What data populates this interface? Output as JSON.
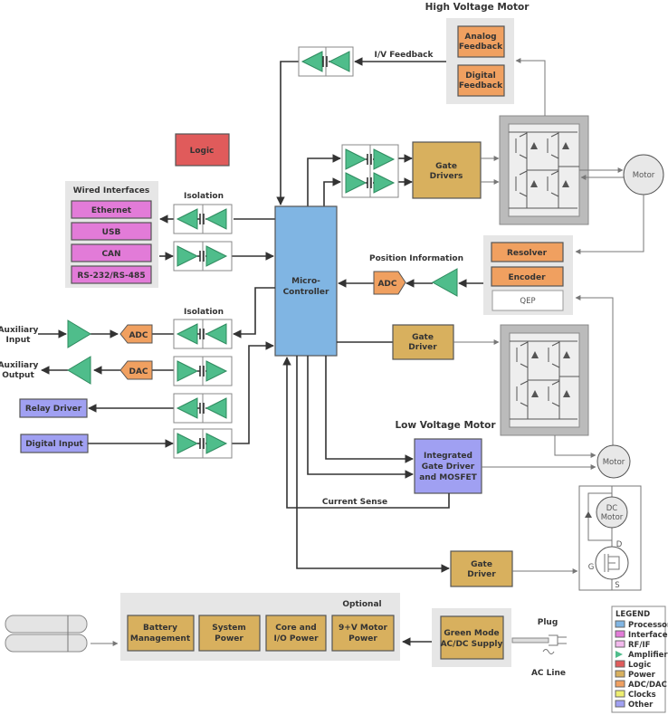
{
  "colors": {
    "processor": "#80b5e3",
    "interface": "#e27bd8",
    "rfif": "#f2b8ec",
    "amplifier": "#4fbd8b",
    "logic": "#e05b5b",
    "power": "#d8b05e",
    "adcdac": "#f0a060",
    "clocks": "#eeee70",
    "other": "#a0a0f2"
  },
  "hv": {
    "title": "High Voltage Motor",
    "analog": [
      "Analog",
      "Feedback"
    ],
    "digital": [
      "Digital",
      "Feedback"
    ],
    "iv_label": "I/V Feedback",
    "gate_drivers": [
      "Gate",
      "Drivers"
    ],
    "motor": "Motor"
  },
  "logic": "Logic",
  "wired": {
    "title": "Wired Interfaces",
    "items": [
      "Ethernet",
      "USB",
      "CAN",
      "RS-232/RS-485"
    ]
  },
  "isolation": "Isolation",
  "mcu": [
    "Micro-",
    "Controller"
  ],
  "position": {
    "label": "Position Information",
    "adc": "ADC",
    "resolver": "Resolver",
    "encoder": "Encoder",
    "qep": "QEP"
  },
  "aux": {
    "input": [
      "Auxiliary",
      "Input"
    ],
    "output": [
      "Auxiliary",
      "Output"
    ],
    "adc": "ADC",
    "dac": "DAC"
  },
  "relay": "Relay Driver",
  "digital_input": "Digital Input",
  "gate_driver": [
    "Gate",
    "Driver"
  ],
  "lv": {
    "title": "Low Voltage Motor",
    "integrated": [
      "Integrated",
      "Gate Driver",
      "and MOSFET"
    ],
    "current_sense": "Current Sense",
    "motor": "Motor"
  },
  "dc": {
    "motor": [
      "DC",
      "Motor"
    ],
    "d": "D",
    "g": "G",
    "s": "S"
  },
  "power": {
    "optional": "Optional",
    "items": [
      [
        "Battery",
        "Management"
      ],
      [
        "System",
        "Power"
      ],
      [
        "Core and",
        "I/O Power"
      ],
      [
        "9+V Motor",
        "Power"
      ]
    ],
    "supply": [
      "Green Mode",
      "AC/DC Supply"
    ],
    "plug": "Plug",
    "ac_line": "AC Line"
  },
  "legend": {
    "title": "LEGEND",
    "items": [
      "Processor",
      "Interface",
      "RF/IF",
      "Amplifier",
      "Logic",
      "Power",
      "ADC/DAC",
      "Clocks",
      "Other"
    ]
  }
}
